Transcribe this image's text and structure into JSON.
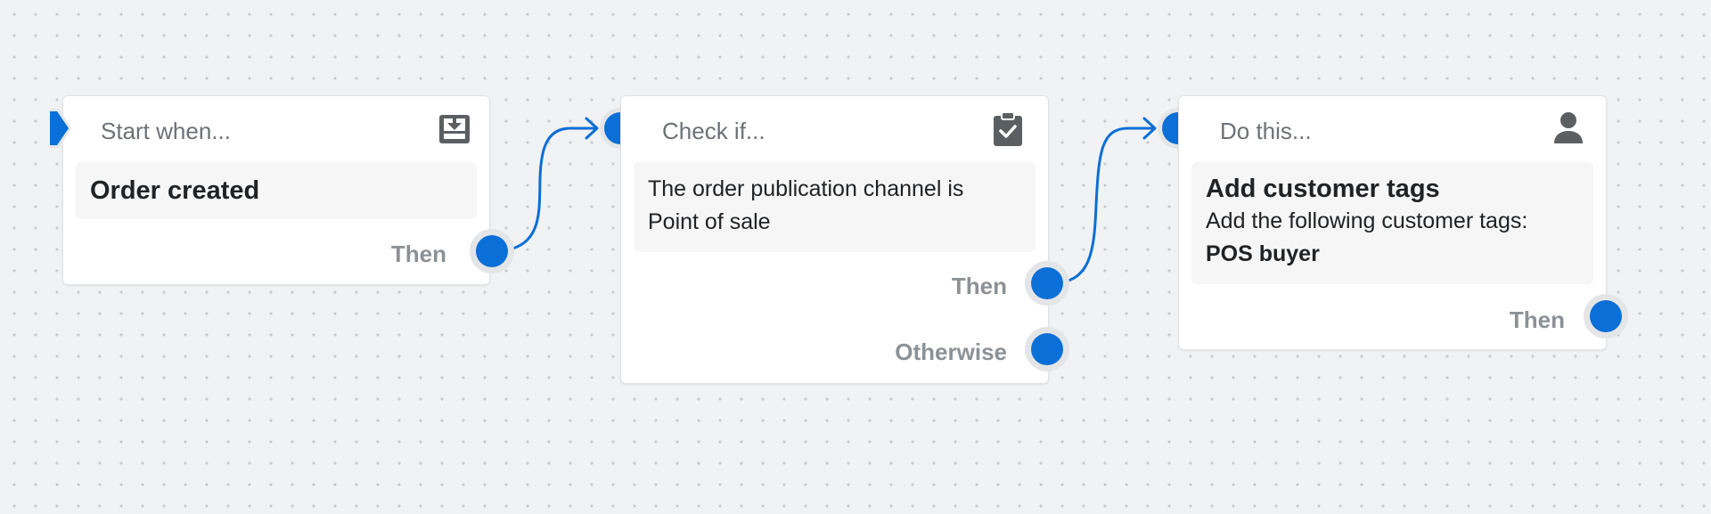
{
  "nodes": {
    "trigger": {
      "header": "Start when...",
      "icon": "download-tray-icon",
      "title": "Order created",
      "then_label": "Then"
    },
    "condition": {
      "header": "Check if...",
      "icon": "clipboard-check-icon",
      "text": "The order publication channel is Point of sale",
      "then_label": "Then",
      "otherwise_label": "Otherwise"
    },
    "action": {
      "header": "Do this...",
      "icon": "person-icon",
      "title": "Add customer tags",
      "text": "Add the following customer tags:",
      "value": "POS buyer",
      "then_label": "Then"
    }
  },
  "colors": {
    "accent": "#0a6fd6",
    "canvas": "#f1f2f4",
    "card": "#ffffff",
    "muted_text": "#8c9196"
  }
}
